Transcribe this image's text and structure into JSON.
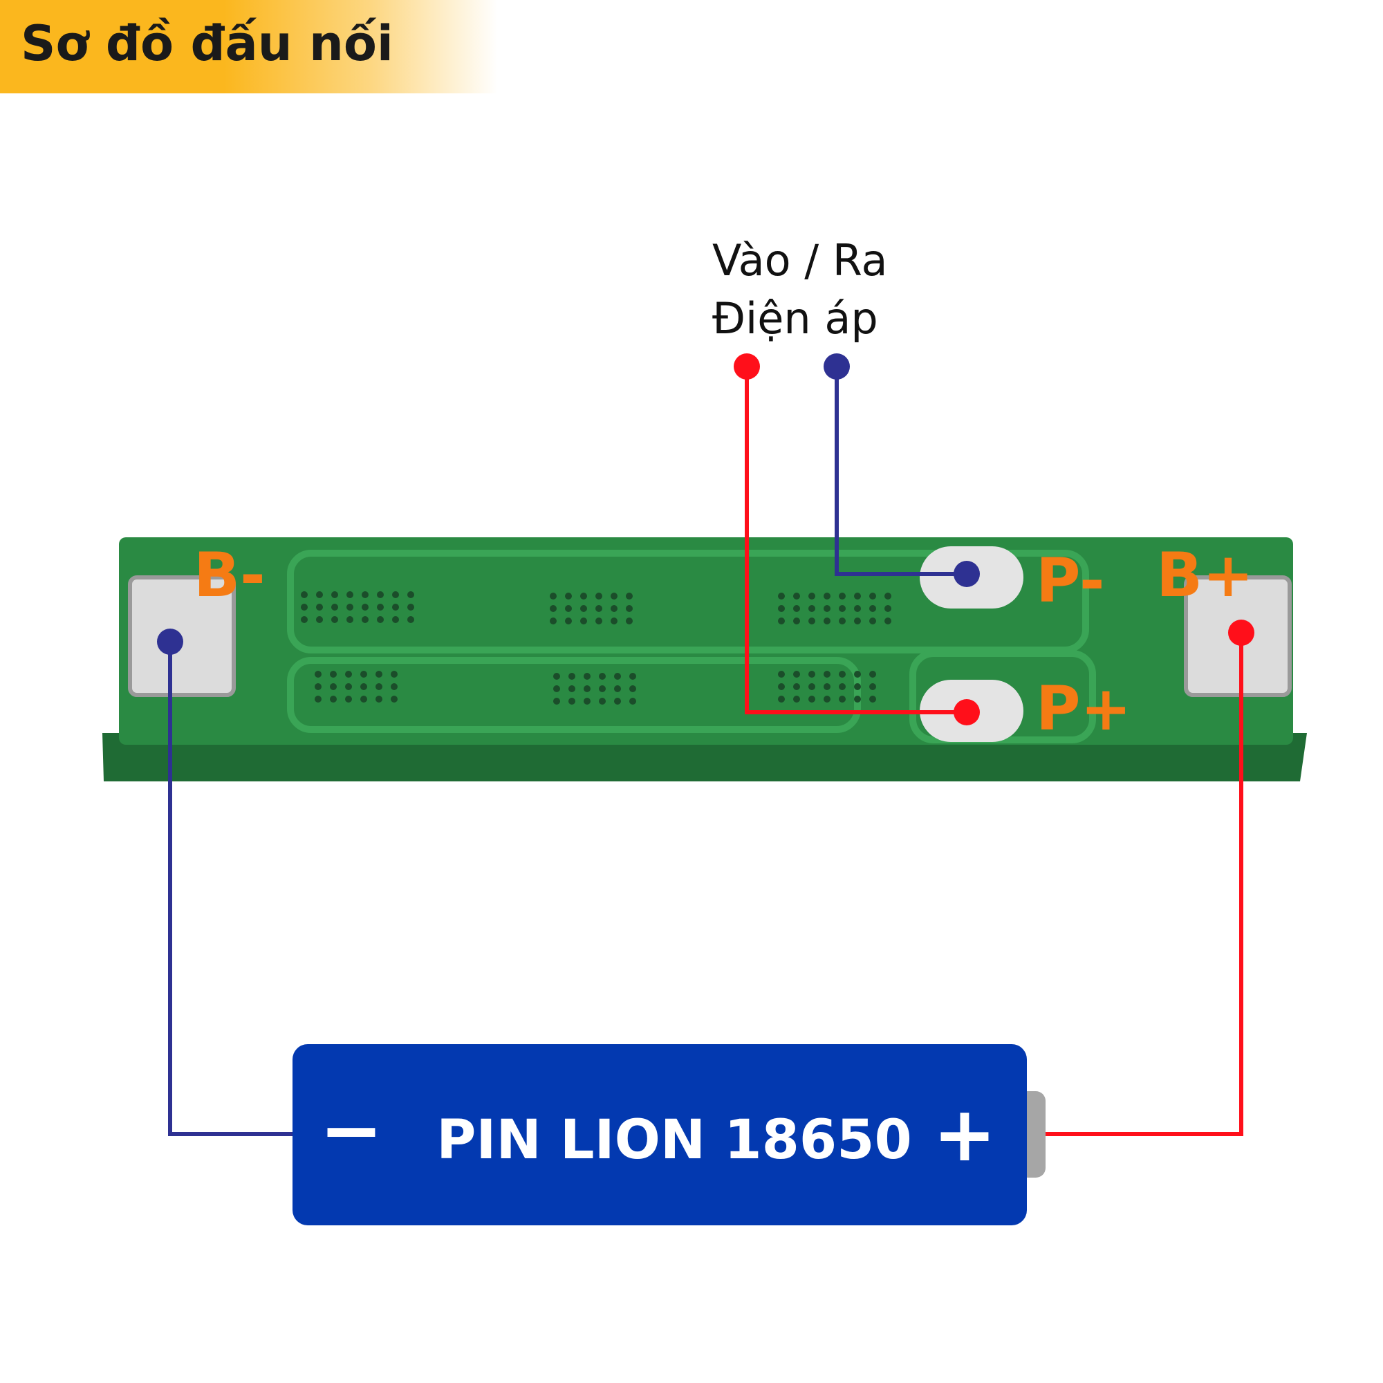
{
  "title": "Sơ đồ đấu nối",
  "io_label": {
    "line1": "Vào / Ra",
    "line2": "Điện áp"
  },
  "terminals": {
    "b_minus": "B-",
    "b_plus": "B+",
    "p_minus": "P-",
    "p_plus": "P+"
  },
  "battery": {
    "label": "PIN LION 18650",
    "minus_symbol": "−",
    "plus_symbol": "+"
  },
  "colors": {
    "banner": "#fbb71e",
    "pcb_green": "#2a8a43",
    "pcb_trace": "#2f9e4e",
    "pad_silver": "#dcdcdc",
    "terminal_label": "#f57b14",
    "wire_red": "#ff0f1a",
    "wire_blue": "#2e3192",
    "battery_blue": "#0339b0",
    "battery_cap": "#a6a6a6"
  }
}
